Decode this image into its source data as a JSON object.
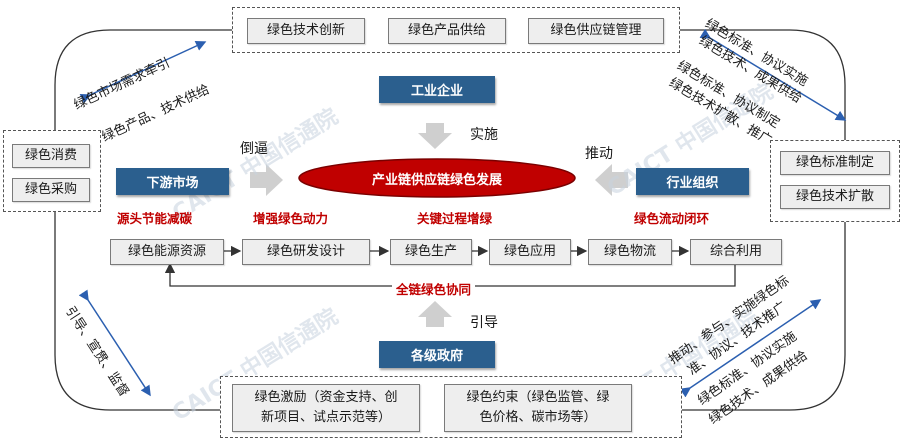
{
  "top_box": {
    "items": [
      "绿色技术创新",
      "绿色产品供给",
      "绿色供应链管理"
    ]
  },
  "left_box": {
    "items": [
      "绿色消费",
      "绿色采购"
    ]
  },
  "right_box": {
    "items": [
      "绿色标准制定",
      "绿色技术扩散"
    ]
  },
  "bottom_box": {
    "left": [
      "绿色激励（资金支持、创",
      "新项目、试点示范等）"
    ],
    "right": [
      "绿色约束（绿色监管、绿",
      "色价格、碳市场等）"
    ]
  },
  "actors": {
    "industry": "工业企业",
    "downstream": "下游市场",
    "industry_org": "行业组织",
    "government": "各级政府"
  },
  "center_ellipse": "产业链供应链绿色发展",
  "arrow_labels": {
    "implement": "实施",
    "force": "倒逼",
    "promote": "推动",
    "guide": "引导"
  },
  "red_labels": {
    "source": "源头节能减碳",
    "rd": "增强绿色动力",
    "process": "关键过程增绿",
    "logistics": "绿色流动闭环",
    "collab": "全链绿色协同"
  },
  "chain": [
    "绿色能源资源",
    "绿色研发设计",
    "绿色生产",
    "绿色应用",
    "绿色物流",
    "综合利用"
  ],
  "diagonal_labels": {
    "tl_1": "绿色市场需求牵引",
    "tl_2": "绿色产品、技术供给",
    "tr_1": "绿色标准、协议实施",
    "tr_2": "绿色技术、成果供给",
    "tr_3": "绿色标准、协议制定",
    "tr_4": "绿色技术扩散、推广",
    "bl_1": "引导、宣贯、监督",
    "br_1": "推动、参与、实施绿色标",
    "br_2": "准、协议、技术推广",
    "br_3": "绿色标准、协议实施",
    "br_4": "绿色技术、成果供给"
  },
  "watermark": "CAICT 中国信通院"
}
